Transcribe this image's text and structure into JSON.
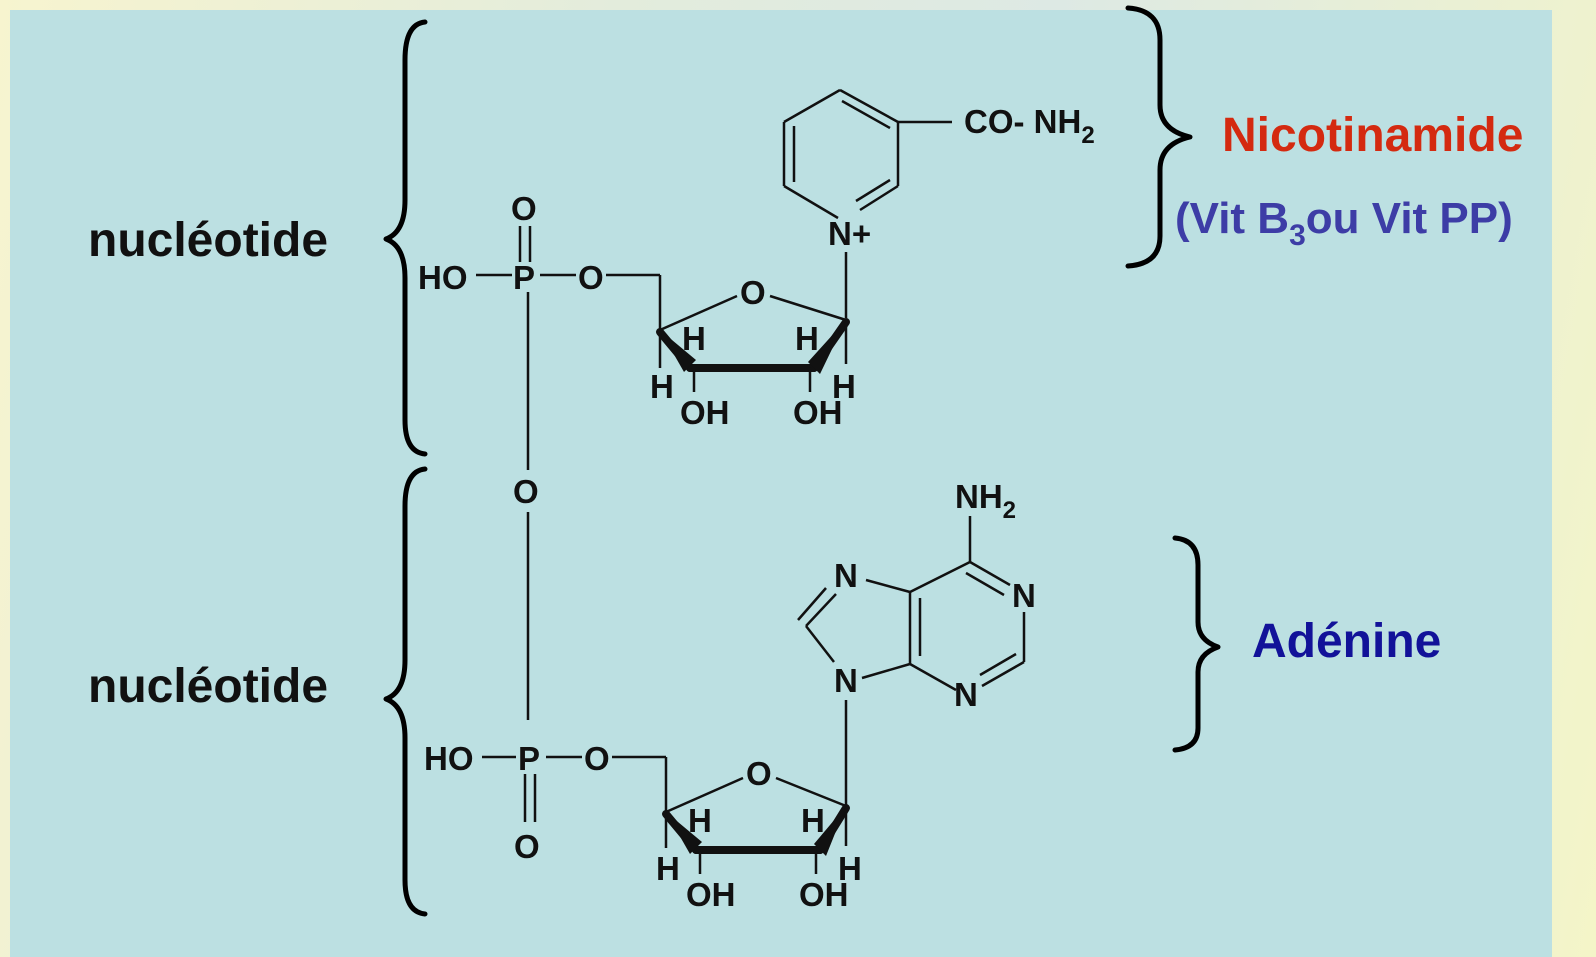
{
  "labels": {
    "nucleotide_top": "nucléotide",
    "nucleotide_bottom": "nucléotide",
    "nicotinamide": "Nicotinamide",
    "vit_open": "(Vit B",
    "vit_sub": "3",
    "vit_close": "ou Vit PP)",
    "adenine": "Adénine"
  },
  "atoms": {
    "o_top": "O",
    "ho_top": "HO",
    "p_top": "P",
    "o_ester_top": "O",
    "ring_o_top": "O",
    "h1": "H",
    "h2": "H",
    "h3": "H",
    "h4": "H",
    "oh1": "OH",
    "oh2": "OH",
    "n_plus": "N+",
    "co": "CO- NH",
    "co_sub": "2",
    "o_bridge": "O",
    "nh2": "NH",
    "nh2_sub": "2",
    "n_a": "N",
    "n_b": "N",
    "n_c": "N",
    "n_d": "N",
    "ho_bot": "HO",
    "p_bot": "P",
    "o_ester_bot": "O",
    "o_bot": "O",
    "ring_o_bot": "O",
    "h5": "H",
    "h6": "H",
    "h7": "H",
    "h8": "H",
    "oh3": "OH",
    "oh4": "OH"
  },
  "colors": {
    "nicotinamide": "#d42a10",
    "vitamin": "#3d3da6",
    "adenine": "#121299",
    "panel": "#bce0e2"
  }
}
